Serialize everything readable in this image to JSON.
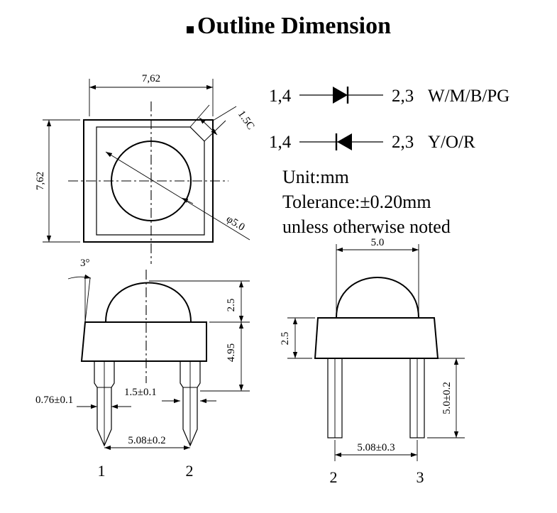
{
  "title": "Outline Dimension",
  "colors": {
    "ink": "#000000",
    "background": "#ffffff"
  },
  "top_view": {
    "width_label": "7,62",
    "height_label": "7,62",
    "chamfer_label": "1.5C",
    "diameter_label": "φ5.0"
  },
  "polarity": [
    {
      "left": "1,4",
      "right": "2,3",
      "colors": "W/M/B/PG",
      "symbol": "diode-right-icon"
    },
    {
      "left": "1,4",
      "right": "2,3",
      "colors": "Y/O/R",
      "symbol": "diode-left-icon"
    }
  ],
  "notes": {
    "unit": "Unit:mm",
    "tolerance": "Tolerance:±0.20mm",
    "unless": "unless otherwise noted"
  },
  "side_view_left": {
    "angle": "3°",
    "lens_height": "2.5",
    "body_height": "4.95",
    "lead_width": "0.76±0.1",
    "lead_shoulder": "1.5±0.1",
    "pitch": "5.08±0.2",
    "pin_a": "1",
    "pin_b": "2"
  },
  "side_view_right": {
    "lens_width": "5.0",
    "body_height": "2.5",
    "lead_length": "5.0±0.2",
    "pitch": "5.08±0.3",
    "pin_a": "2",
    "pin_b": "3"
  }
}
